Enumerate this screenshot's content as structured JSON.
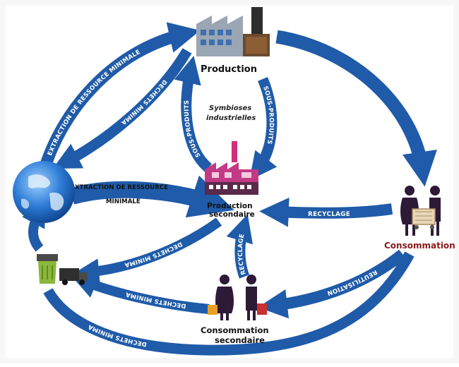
{
  "nodes": {
    "production": "Production",
    "production_secondaire": [
      "Production",
      "secondaire"
    ],
    "consommation": "Consommation",
    "consommation_secondaire": [
      "Consommation",
      "secondaire"
    ]
  },
  "center_label": [
    "Symbioses",
    "industrielles"
  ],
  "arrows": {
    "extraction_top": "EXTRACTION DE RESSOURCE MINIMALE",
    "dechets_top": "DECHETS MINIMA",
    "sous_produits_left": "SOUS-PRODUITS",
    "sous_produits_right": "SOUS-PRODUITS",
    "extraction_mid_line1": "EXTRACTION DE RESSOURCE",
    "extraction_mid_line2": "MINIMALE",
    "recyclage_right": "RECYCLAGE",
    "dechets_mid": "DECHETS MINIMA",
    "recyclage_vertical": "RECYCLAGE",
    "reutilisation": "REUTILISATION",
    "dechets_low": "DECHETS MINIMA",
    "dechets_bottom": "DECHETS MINIMA"
  },
  "icons": [
    "globe-icon",
    "factory-icon",
    "small-factory-icon",
    "shoppers-icon",
    "couple-with-bags-icon",
    "bin-truck-icon"
  ],
  "colors": {
    "arrow": "#1f5ba8",
    "arrow_dark": "#174a8c",
    "background": "#f7f7f7"
  }
}
